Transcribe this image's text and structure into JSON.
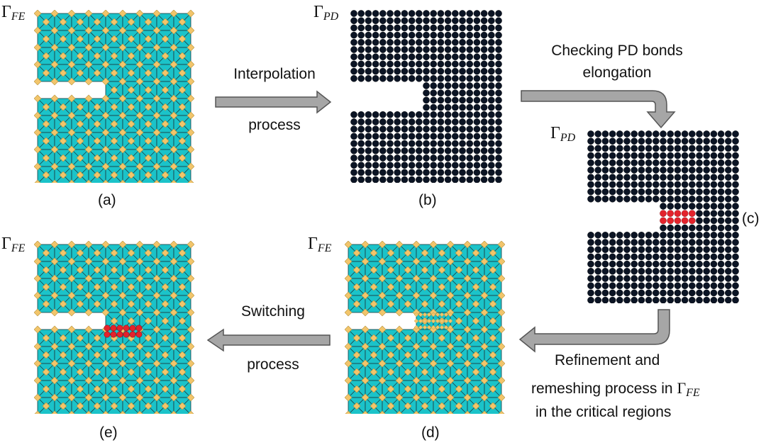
{
  "panels": {
    "a": {
      "label": "(a)",
      "symbol_base": "Γ",
      "symbol_sub": "FE"
    },
    "b": {
      "label": "(b)",
      "symbol_base": "Γ",
      "symbol_sub": "PD"
    },
    "c": {
      "label": "(c)",
      "symbol_base": "Γ",
      "symbol_sub": "PD"
    },
    "d": {
      "label": "(d)",
      "symbol_base": "Γ",
      "symbol_sub": "FE"
    },
    "e": {
      "label": "(e)",
      "symbol_base": "Γ",
      "symbol_sub": "FE"
    }
  },
  "steps": {
    "interpolation_line1": "Interpolation",
    "interpolation_line2": "process",
    "checking_line1": "Checking PD bonds",
    "checking_line2": "elongation",
    "refinement_line1": "Refinement and",
    "refinement_line2_prefix": "remeshing process in ",
    "refinement_line3": "in the critical regions",
    "switching_line1": "Switching",
    "switching_line2": "process"
  },
  "colors": {
    "mesh_fill": "#1bc3c9",
    "mesh_line": "#1a3a40",
    "node": "#f2c56b",
    "pd_particle": "#0b1424",
    "critical_particle": "#e3232c",
    "arrow_fill": "#a6a6a6",
    "arrow_stroke": "#555555"
  }
}
